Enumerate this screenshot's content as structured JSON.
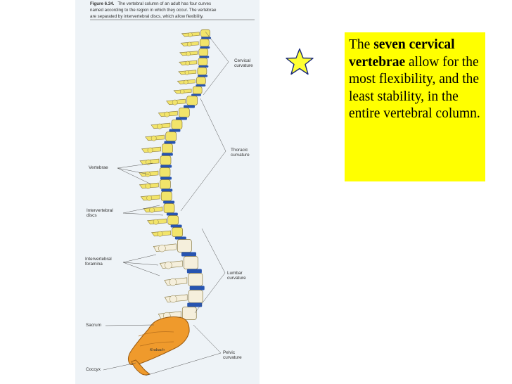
{
  "figure": {
    "caption_number": "Figure 6.34.",
    "caption_line1": "The vertebral column of an adult has four curves",
    "caption_line2": "named according to the region in which they occur. The vertebrae",
    "caption_line3": "are separated by intervertebral discs, which allow flexibility.",
    "labels": {
      "cervical_line1": "Cervical",
      "cervical_line2": "curvature",
      "thoracic_line1": "Thoracic",
      "thoracic_line2": "curvature",
      "vertebrae": "Vertebrae",
      "discs_line1": "Intervertebral",
      "discs_line2": "discs",
      "foramina_line1": "Intervertebral",
      "foramina_line2": "foramina",
      "lumbar_line1": "Lumbar",
      "lumbar_line2": "curvature",
      "sacrum": "Sacrum",
      "artist": "Krabach",
      "pelvic_line1": "Pelvic",
      "pelvic_line2": "curvature",
      "coccyx": "Coccyx"
    },
    "colors": {
      "cervical_thoracic_bone": "#f2e46a",
      "lumbar_bone": "#f5efdc",
      "disc": "#2754b0",
      "sacrum": "#ef9a2c",
      "panel": "#eef3f7"
    }
  },
  "star": {
    "icon": "star-icon",
    "fill": "#ffff33",
    "stroke": "#1a2a7a"
  },
  "callout": {
    "prefix": "The ",
    "bold": "seven cervical vertebrae",
    "rest": " allow for the most flexibility, and the least stability, in the entire vertebral column.",
    "background": "#ffff00"
  }
}
